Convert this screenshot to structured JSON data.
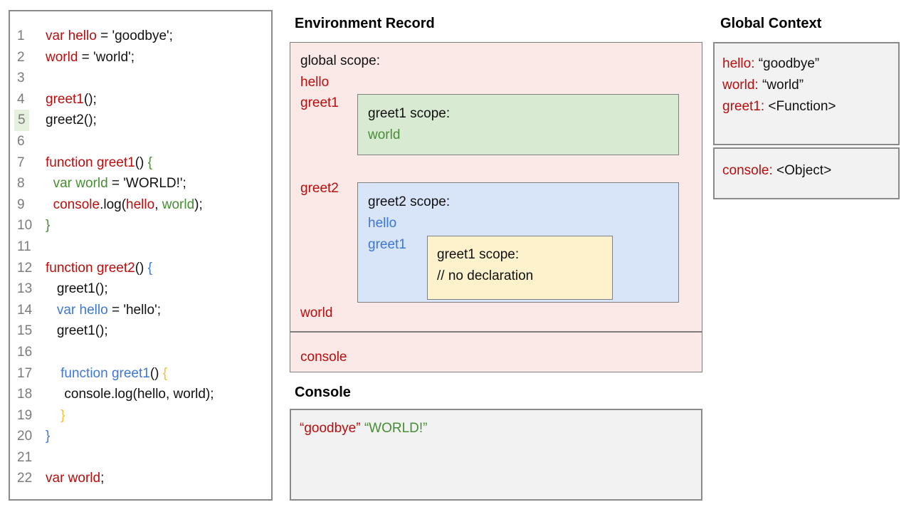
{
  "headings": {
    "environment_record": "Environment Record",
    "console": "Console",
    "global_context": "Global Context"
  },
  "colors": {
    "code_red": "#b90e0e",
    "code_green": "#478d34",
    "code_blue": "#3c78d8",
    "code_yellow": "#f1c232",
    "pink_bg": "#fbe9e8",
    "green_bg": "#d9ead3",
    "blue_bg": "#d8e4f7",
    "yellow_bg": "#fdf2cc",
    "gray_bg": "#f2f2f2",
    "border_gray": "#8a8a8a",
    "gutter_gray": "#7b7b7b",
    "line_highlight": "#e6f0df"
  },
  "code": {
    "highlighted_line": 5,
    "lines": [
      {
        "num": 1,
        "tokens": [
          [
            "red",
            "var hello"
          ],
          [
            "black",
            " = 'goodbye';"
          ]
        ]
      },
      {
        "num": 2,
        "tokens": [
          [
            "red",
            "world"
          ],
          [
            "black",
            " = 'world';"
          ]
        ]
      },
      {
        "num": 3,
        "tokens": []
      },
      {
        "num": 4,
        "tokens": [
          [
            "red",
            "greet1"
          ],
          [
            "black",
            "();"
          ]
        ]
      },
      {
        "num": 5,
        "tokens": [
          [
            "black",
            "greet2();"
          ]
        ],
        "highlight": true
      },
      {
        "num": 6,
        "tokens": []
      },
      {
        "num": 7,
        "tokens": [
          [
            "red",
            "function greet1"
          ],
          [
            "black",
            "() "
          ],
          [
            "green",
            "{"
          ]
        ]
      },
      {
        "num": 8,
        "tokens": [
          [
            "black",
            "  "
          ],
          [
            "green",
            "var world"
          ],
          [
            "black",
            " = 'WORLD!';"
          ]
        ]
      },
      {
        "num": 9,
        "tokens": [
          [
            "black",
            "  "
          ],
          [
            "red",
            "console"
          ],
          [
            "black",
            ".log("
          ],
          [
            "red",
            "hello"
          ],
          [
            "black",
            ", "
          ],
          [
            "green",
            "world"
          ],
          [
            "black",
            ");"
          ]
        ]
      },
      {
        "num": 10,
        "tokens": [
          [
            "green",
            "}"
          ]
        ]
      },
      {
        "num": 11,
        "tokens": []
      },
      {
        "num": 12,
        "tokens": [
          [
            "red",
            "function greet2"
          ],
          [
            "black",
            "() "
          ],
          [
            "blue",
            "{"
          ]
        ]
      },
      {
        "num": 13,
        "tokens": [
          [
            "black",
            "   greet1();"
          ]
        ]
      },
      {
        "num": 14,
        "tokens": [
          [
            "black",
            "   "
          ],
          [
            "blue",
            "var hello"
          ],
          [
            "black",
            " = 'hello';"
          ]
        ]
      },
      {
        "num": 15,
        "tokens": [
          [
            "black",
            "   greet1();"
          ]
        ]
      },
      {
        "num": 16,
        "tokens": []
      },
      {
        "num": 17,
        "tokens": [
          [
            "black",
            "    "
          ],
          [
            "blue",
            "function greet1"
          ],
          [
            "black",
            "() "
          ],
          [
            "yellow",
            "{"
          ]
        ]
      },
      {
        "num": 18,
        "tokens": [
          [
            "black",
            "     console.log(hello, world);"
          ]
        ]
      },
      {
        "num": 19,
        "tokens": [
          [
            "black",
            "    "
          ],
          [
            "yellow",
            "}"
          ]
        ]
      },
      {
        "num": 20,
        "tokens": [
          [
            "blue",
            "}"
          ]
        ]
      },
      {
        "num": 21,
        "tokens": []
      },
      {
        "num": 22,
        "tokens": [
          [
            "red",
            "var world"
          ],
          [
            "black",
            ";"
          ]
        ]
      }
    ]
  },
  "env": {
    "global_label": "global scope:",
    "var_hello": "hello",
    "var_greet1": "greet1",
    "var_greet2": "greet2",
    "var_world": "world",
    "var_console": "console",
    "greet1_scope": {
      "label": "greet1 scope:",
      "var_world": "world"
    },
    "greet2_scope": {
      "label": "greet2 scope:",
      "var_hello": "hello",
      "var_greet1": "greet1",
      "inner_greet1_scope": {
        "label": "greet1 scope:",
        "comment": "// no declaration"
      }
    }
  },
  "console_panel": {
    "entries": [
      {
        "text": "“goodbye”",
        "color": "red"
      },
      {
        "text": "“WORLD!”",
        "color": "green"
      }
    ]
  },
  "global_context": {
    "sections": [
      {
        "entries": [
          {
            "name": "hello:",
            "value": " “goodbye”"
          },
          {
            "name": "world:",
            "value": " “world”"
          },
          {
            "name": "greet1:",
            "value": " <Function>"
          }
        ]
      },
      {
        "entries": [
          {
            "name": "console:",
            "value": " <Object>"
          }
        ]
      }
    ]
  }
}
